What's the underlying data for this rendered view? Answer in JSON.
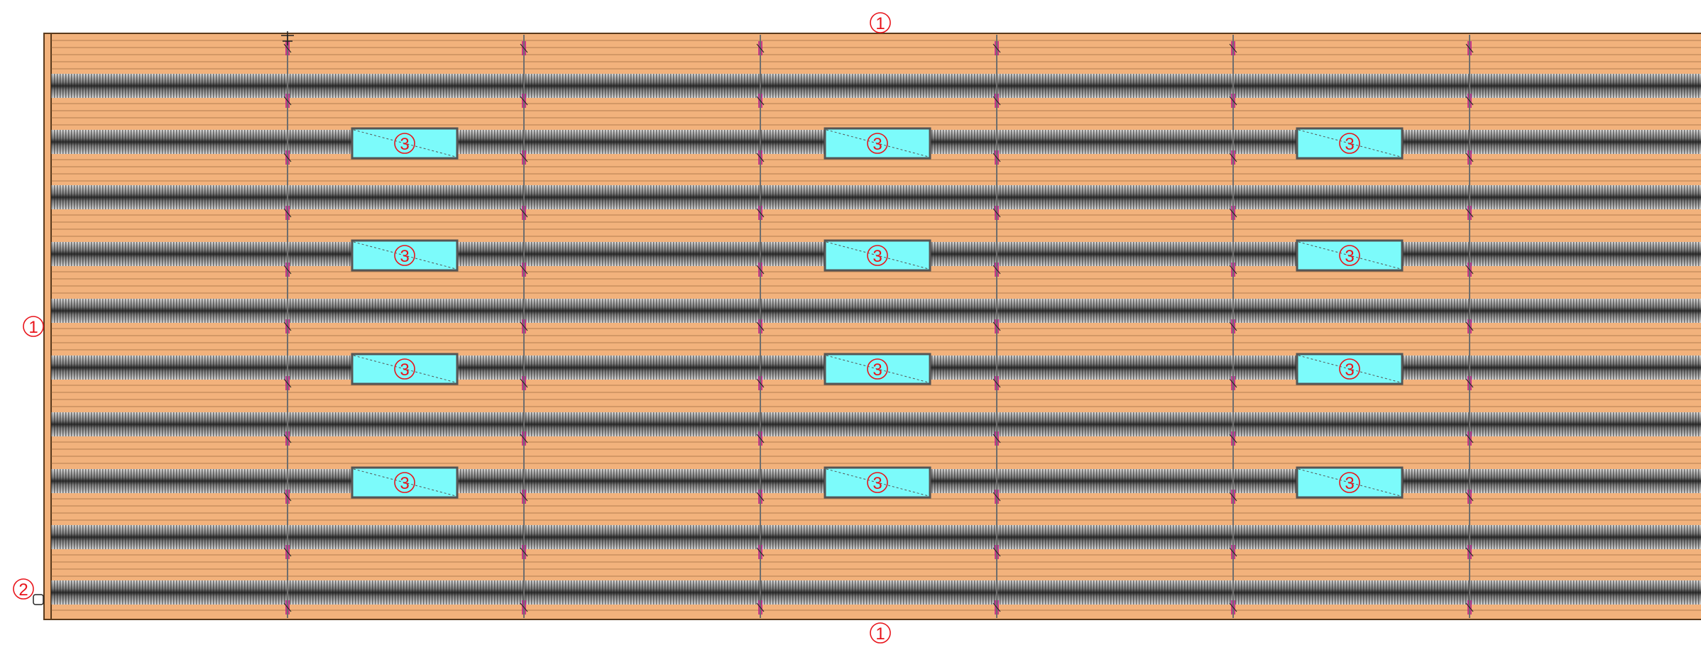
{
  "drawing": {
    "colors": {
      "deck": "#f2b27c",
      "deck_line": "#8c5a33",
      "frame": "#5a3a1c",
      "grate_dark": "#2d2d2d",
      "grate_light": "#d8d8d8",
      "opening_fill": "#7cfbfb",
      "opening_border": "#555555",
      "callout": "#e8141b",
      "post": "#c0148c",
      "beam": "#6e6e6e"
    },
    "icons": {
      "corner_node": "square-node-icon",
      "top_marker": "cross-marker-icon"
    },
    "callouts": {
      "top": "1",
      "left": "1",
      "bottom": "1",
      "corner": "2",
      "opening": "3"
    }
  }
}
